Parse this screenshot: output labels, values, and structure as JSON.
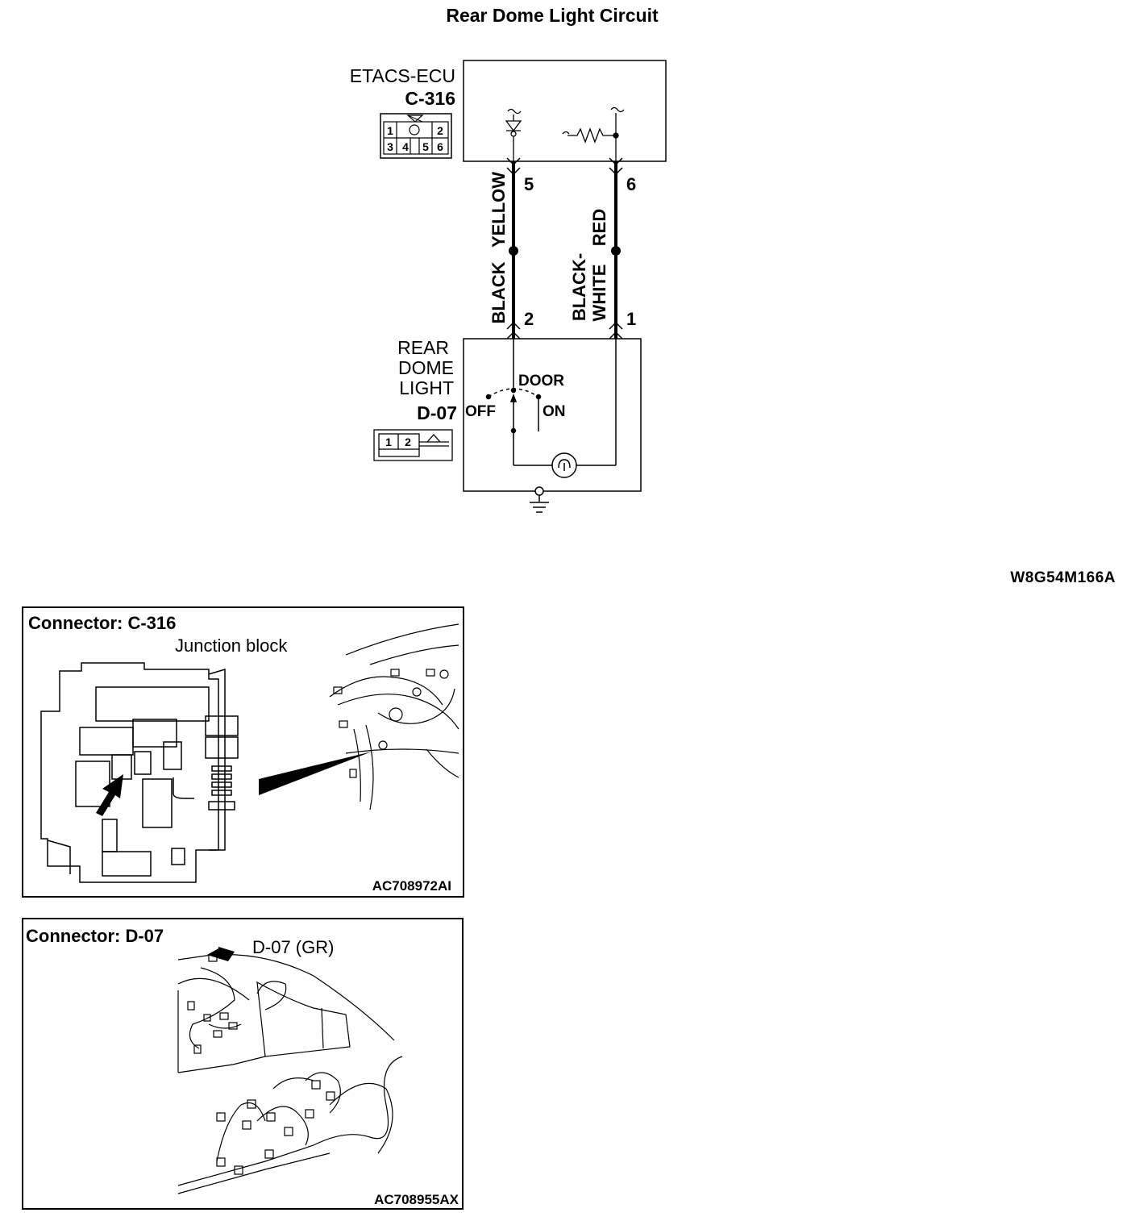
{
  "title": "Rear Dome Light Circuit",
  "diagram_code": "W8G54M166A",
  "ecu": {
    "name": "ETACS-ECU",
    "connector": "C-316",
    "pins": [
      "1",
      "2",
      "3",
      "4",
      "5",
      "6"
    ]
  },
  "dome_light": {
    "name_lines": [
      "REAR",
      "DOME",
      "LIGHT"
    ],
    "connector": "D-07",
    "pins": [
      "1",
      "2"
    ],
    "switch_labels": {
      "door": "DOOR",
      "off": "OFF",
      "on": "ON"
    }
  },
  "wires": {
    "left": {
      "upper_color": "YELLOW",
      "lower_color": "BLACK",
      "top_pin": "5",
      "bottom_pin": "2"
    },
    "right": {
      "upper_color": "RED",
      "lower_color_line1": "BLACK-",
      "lower_color_line2": "WHITE",
      "top_pin": "6",
      "bottom_pin": "1"
    }
  },
  "panels": [
    {
      "title": "Connector: C-316",
      "callout": "Junction block",
      "code": "AC708972AI"
    },
    {
      "title": "Connector: D-07",
      "callout": "D-07 (GR)",
      "code": "AC708955AX"
    }
  ]
}
